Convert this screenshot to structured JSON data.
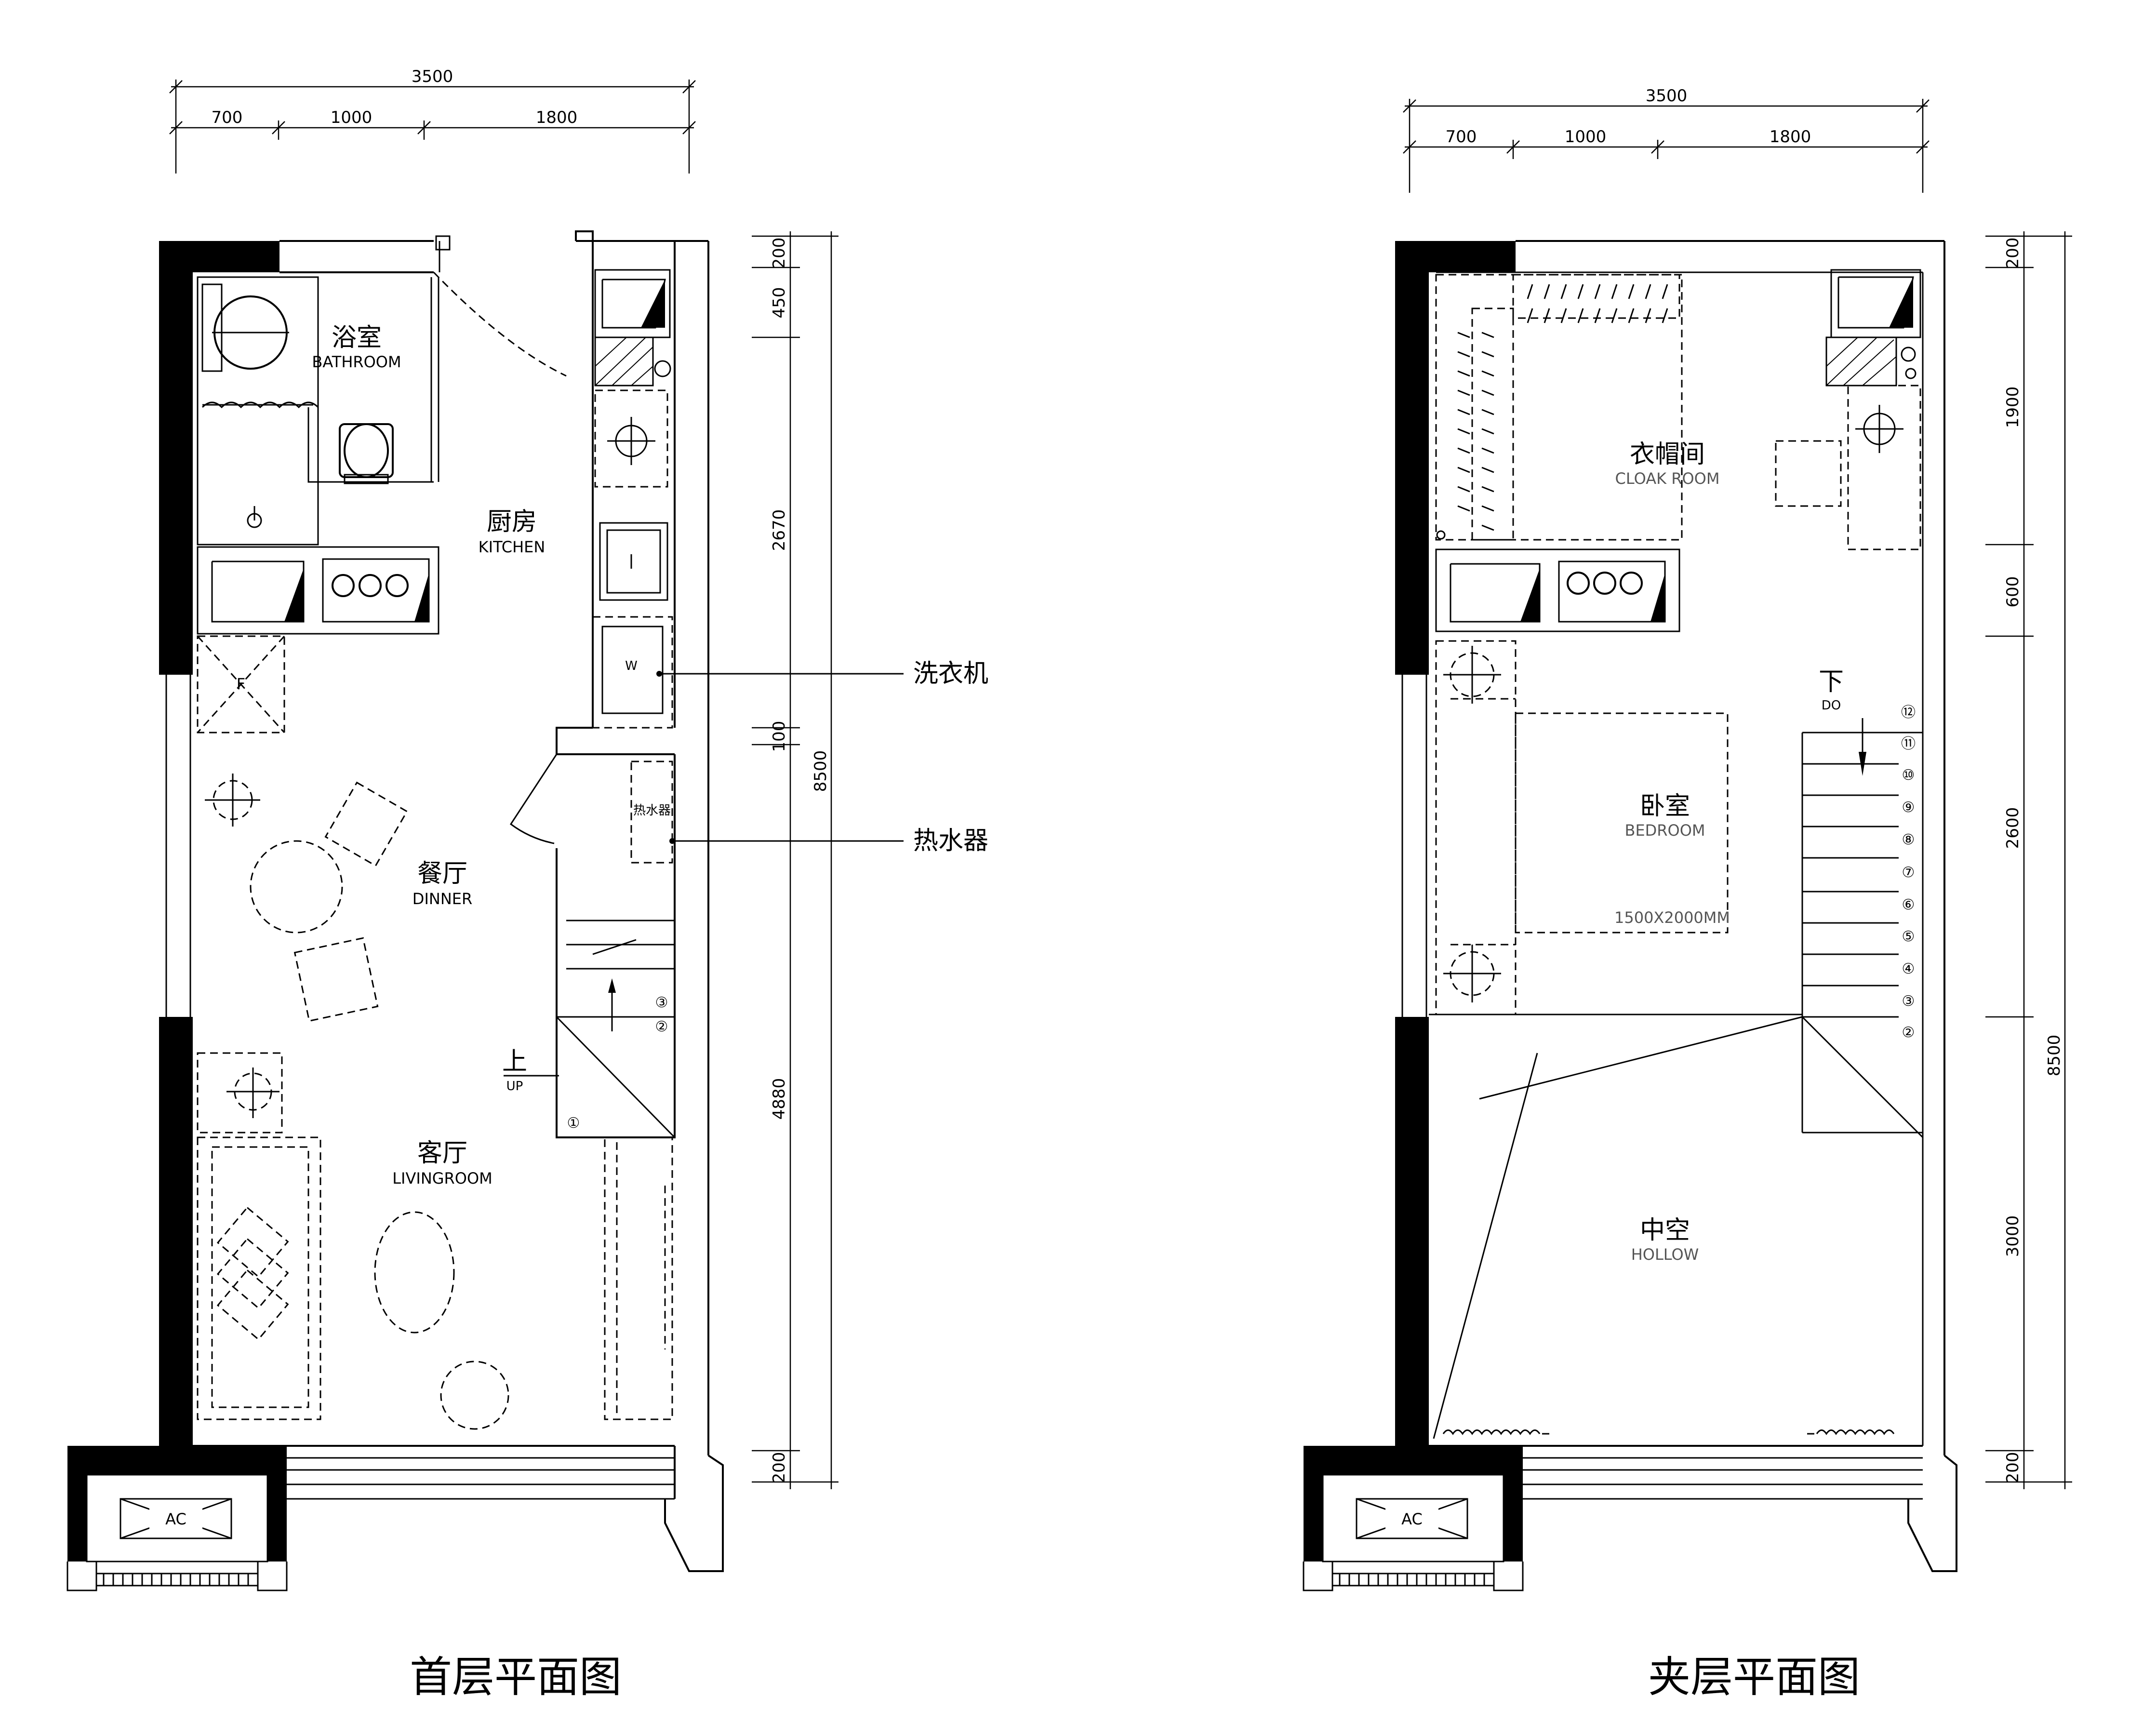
{
  "plans": {
    "ground": {
      "caption": "首层平面图",
      "dims_top": {
        "total": "3500",
        "parts": [
          "700",
          "1000",
          "1800"
        ]
      },
      "dims_right": {
        "total": "8500",
        "parts": [
          "200",
          "450",
          "2670",
          "100",
          "4880",
          "200"
        ]
      },
      "rooms": {
        "bathroom": {
          "cn": "浴室",
          "en": "BATHROOM"
        },
        "kitchen": {
          "cn": "厨房",
          "en": "KITCHEN"
        },
        "dinner": {
          "cn": "餐厅",
          "en": "DINNER"
        },
        "living": {
          "cn": "客厅",
          "en": "LIVINGROOM"
        }
      },
      "labels": {
        "fridge": "F",
        "washer_tag": "W",
        "heater_tag": "热水器",
        "up_cn": "上",
        "up_en": "UP",
        "ac": "AC"
      },
      "stair_steps": [
        "①",
        "②",
        "③"
      ],
      "callouts": {
        "washer": "洗衣机",
        "heater": "热水器"
      }
    },
    "mezzanine": {
      "caption": "夹层平面图",
      "dims_top": {
        "total": "3500",
        "parts": [
          "700",
          "1000",
          "1800"
        ]
      },
      "dims_right": {
        "total": "8500",
        "parts": [
          "200",
          "1900",
          "600",
          "2600",
          "3000",
          "200"
        ]
      },
      "rooms": {
        "cloak": {
          "cn": "衣帽间",
          "en": "CLOAK ROOM"
        },
        "bedroom": {
          "cn": "卧室",
          "en": "BEDROOM"
        },
        "hollow": {
          "cn": "中空",
          "en": "HOLLOW"
        }
      },
      "labels": {
        "bed_size": "1500X2000MM",
        "down_cn": "下",
        "down_en": "DO",
        "ac": "AC"
      },
      "stair_steps": [
        "⑫",
        "⑪",
        "⑩",
        "⑨",
        "⑧",
        "⑦",
        "⑥",
        "⑤",
        "④",
        "③",
        "②"
      ]
    }
  }
}
